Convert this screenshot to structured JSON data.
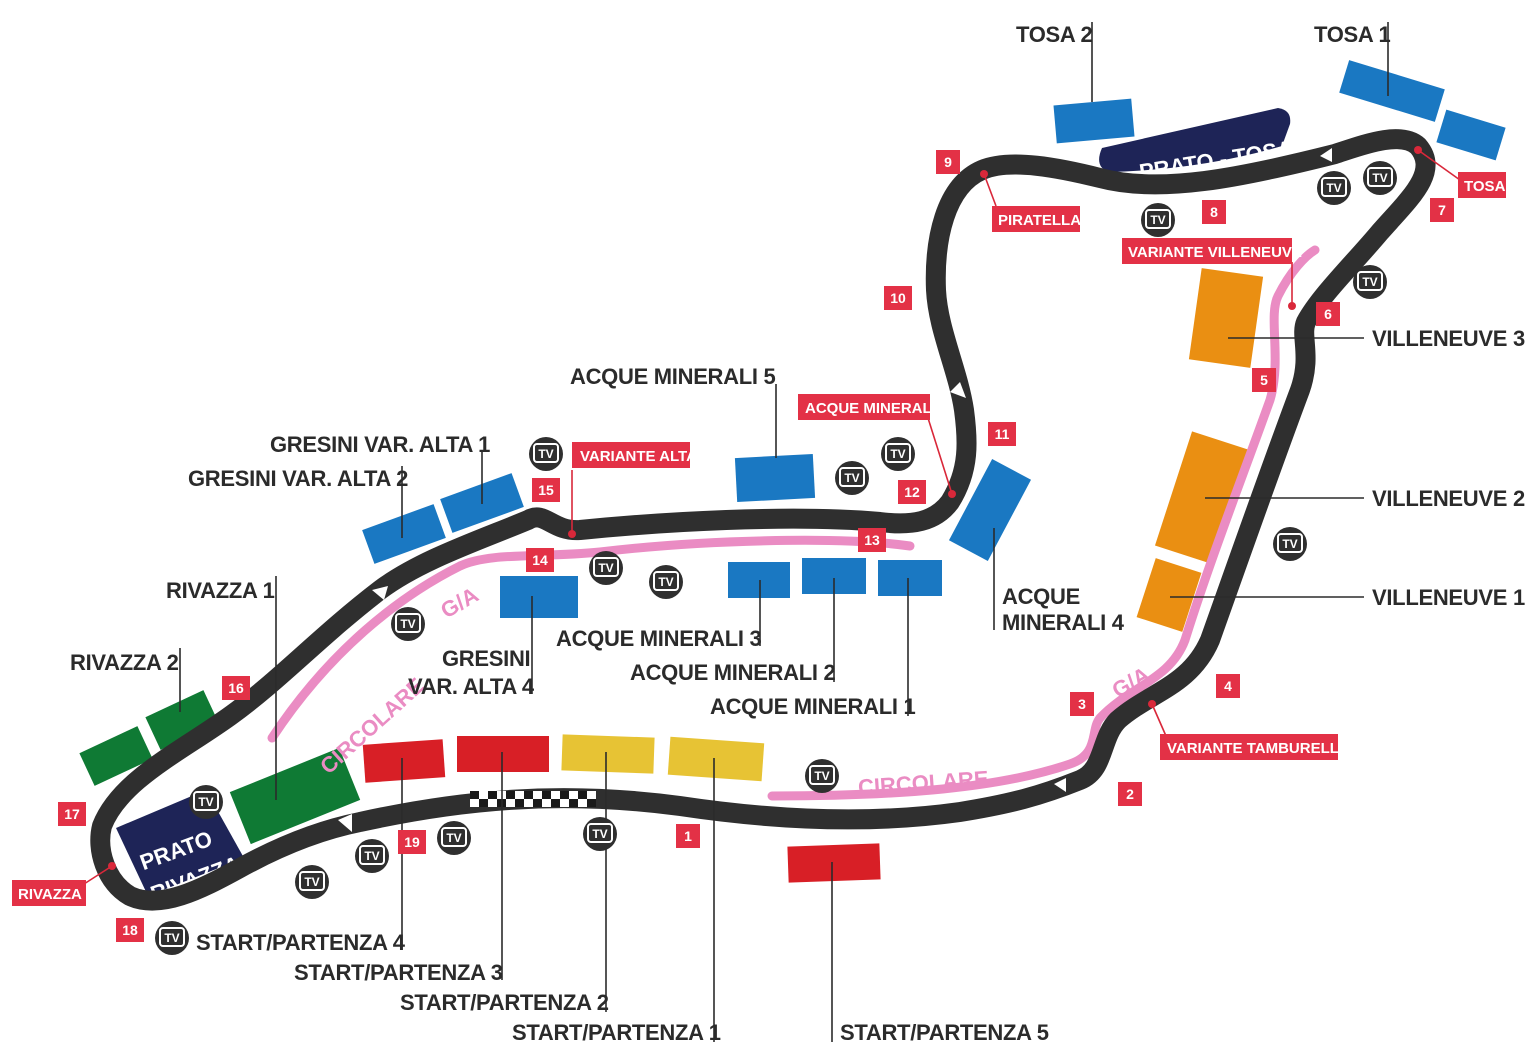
{
  "colors": {
    "track": "#2f2f2f",
    "pitlane": "#ea8cc3",
    "blue": "#1a78c2",
    "orange": "#ea8f12",
    "green": "#0f7a34",
    "red": "#d81f26",
    "yellow": "#e7c334",
    "navy": "#1e2457",
    "corner_red": "#e33146"
  },
  "grandstands": {
    "tosa_1": "TOSA 1",
    "tosa_2": "TOSA 2",
    "villeneuve_1": "VILLENEUVE 1",
    "villeneuve_2": "VILLENEUVE 2",
    "villeneuve_3": "VILLENEUVE 3",
    "acque_minerali_1": "ACQUE MINERALI 1",
    "acque_minerali_2": "ACQUE MINERALI 2",
    "acque_minerali_3": "ACQUE MINERALI 3",
    "acque_minerali_4_line1": "ACQUE",
    "acque_minerali_4_line2": "MINERALI 4",
    "acque_minerali_5": "ACQUE MINERALI 5",
    "gresini_1": "GRESINI VAR. ALTA 1",
    "gresini_2": "GRESINI VAR. ALTA 2",
    "gresini_4_line1": "GRESINI",
    "gresini_4_line2": "VAR. ALTA 4",
    "rivazza_1": "RIVAZZA 1",
    "rivazza_2": "RIVAZZA 2",
    "start_1": "START/PARTENZA 1",
    "start_2": "START/PARTENZA 2",
    "start_3": "START/PARTENZA 3",
    "start_4": "START/PARTENZA 4",
    "start_5": "START/PARTENZA 5"
  },
  "corners": {
    "tosa": "TOSA",
    "piratella": "PIRATELLA",
    "variante_villeneuve": "VARIANTE VILLENEUVE",
    "acque_minerali": "ACQUE MINERALI",
    "variante_alta": "VARIANTE ALTA",
    "variante_tamburello": "VARIANTE TAMBURELLO",
    "rivazza": "RIVAZZA"
  },
  "lawns": {
    "prato_tosa": "PRATO - TOSA",
    "prato_rivazza_line1": "PRATO",
    "prato_rivazza_line2": "RIVAZZA"
  },
  "pit_lane": {
    "circolare": "CIRCOLARE",
    "ga": "G/A"
  },
  "numbers": [
    "1",
    "2",
    "3",
    "4",
    "5",
    "6",
    "7",
    "8",
    "9",
    "10",
    "11",
    "12",
    "13",
    "14",
    "15",
    "16",
    "17",
    "18",
    "19"
  ],
  "tv_label": "TV"
}
